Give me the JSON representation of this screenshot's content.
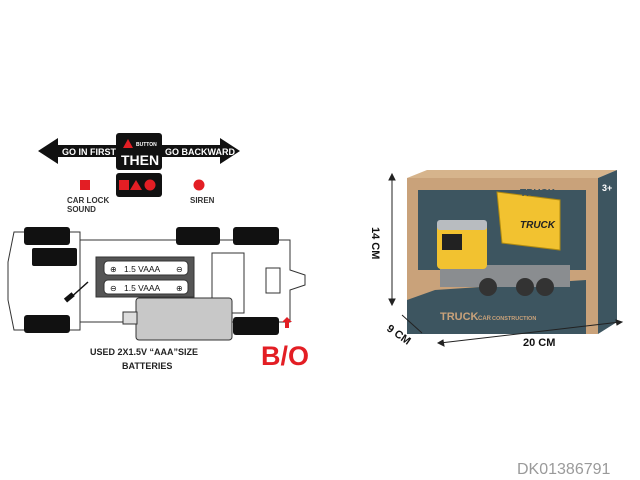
{
  "instructions": {
    "left_arrow_label": "GO IN FIRST",
    "right_arrow_label": "GO BACKWARD",
    "button_label": "BUTTON",
    "then_label": "THEN",
    "car_lock_label_line1": "CAR LOCK",
    "car_lock_label_line2": "SOUND",
    "siren_label": "SIREN"
  },
  "battery": {
    "cell1": "1.5  VAAA",
    "cell2": "1.5  VAAA",
    "caption_line1": "USED 2X1.5V “AAA”SIZE",
    "caption_line2": "BATTERIES",
    "bo_label": "B/O"
  },
  "package": {
    "height_label": "14 CM",
    "depth_label": "9 CM",
    "width_label": "20 CM",
    "brand": "TRUCK",
    "brand_sub": "CAR",
    "series": "CONSTRUCTION",
    "dump_text": "TRUCK",
    "age": "3+"
  },
  "watermark": "DK01386791",
  "colors": {
    "red": "#e31e24",
    "black": "#111111",
    "cardboard": "#c9a27a",
    "teal": "#3d5560",
    "yellow": "#f2c230",
    "grey": "#8a8d90"
  }
}
